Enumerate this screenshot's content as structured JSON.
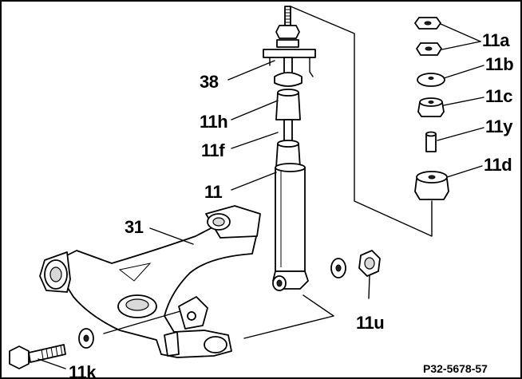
{
  "labels": {
    "l38": "38",
    "l11h": "11h",
    "l11f": "11f",
    "l11": "11",
    "l31": "31",
    "l11k": "11k",
    "l11a": "11a",
    "l11b": "11b",
    "l11c": "11c",
    "l11y": "11y",
    "l11d": "11d",
    "l11u": "11u"
  },
  "reference_code": "P32-5678-57"
}
